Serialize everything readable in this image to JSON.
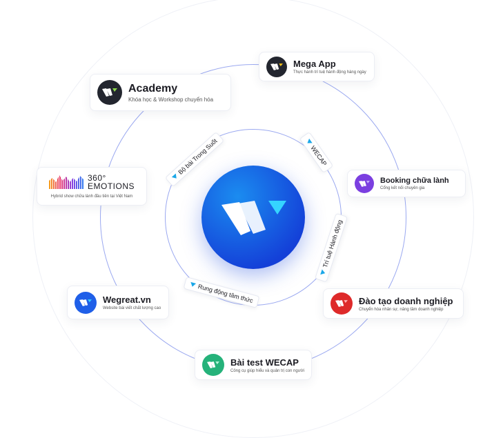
{
  "center": {
    "icon": "wecap-logo"
  },
  "cards": [
    {
      "title": "Academy",
      "subtitle": "Khóa học & Workshop  chuyển hóa",
      "color": "#23262f"
    },
    {
      "title": "Mega App",
      "subtitle": "Thực hành trí tuệ hành động hàng ngày",
      "color": "#23262f"
    },
    {
      "title": "Booking chữa lành",
      "subtitle": "Cổng kết nối chuyên gia",
      "color": "#7b3fe0"
    },
    {
      "title": "360°",
      "title2": "EMOTIONS",
      "subtitle": "Hybrid show chữa lành đầu tiên tại Việt Nam"
    },
    {
      "title": "Đào tạo doanh nghiệp",
      "subtitle": "Chuyển hóa nhân sự, nâng tầm doanh nghiệp",
      "color": "#de2a2a"
    },
    {
      "title": "Wegreat.vn",
      "subtitle": "Website bài viết chất lượng cao",
      "color": "#1f5fe8"
    },
    {
      "title": "Bài test WECAP",
      "subtitle": "Công cụ giúp hiểu và quản trị con người",
      "color": "#25b27a"
    }
  ],
  "pills": [
    "Bộ bài Trong Suốt",
    "WECAP",
    "Trí tuệ Hành động",
    "Rung động tâm thức"
  ]
}
